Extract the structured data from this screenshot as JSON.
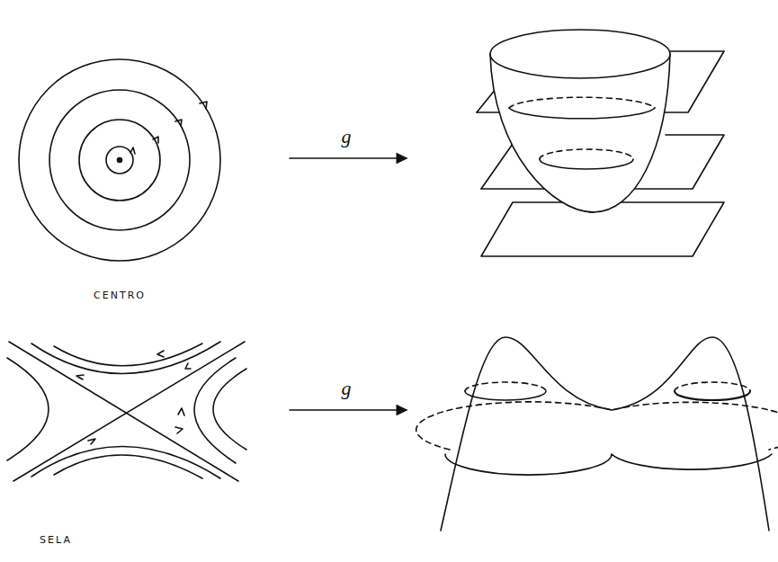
{
  "diagram": {
    "labels": [
      "g",
      "CENTRO",
      "g",
      "SELA"
    ]
  }
}
